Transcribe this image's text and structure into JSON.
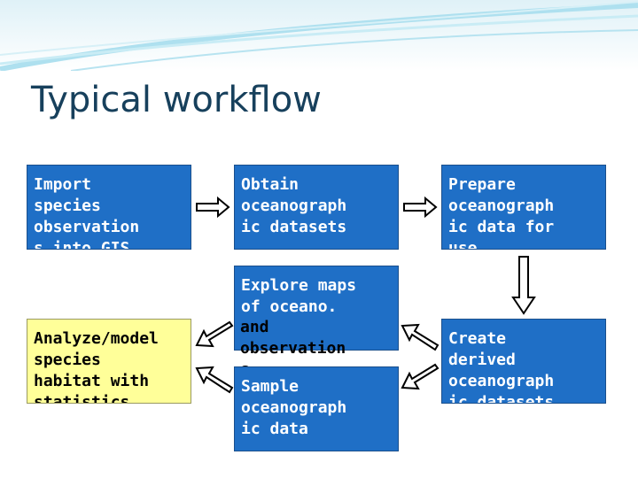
{
  "slide": {
    "title": "Typical workflow"
  },
  "boxes": {
    "import": "Import\nspecies\nobservation\ns into GIS",
    "obtain": "Obtain\noceanograph\nic datasets",
    "prepare": "Prepare\noceanograph\nic data for\nuse",
    "explore_inside": "Explore maps\nof oceano.",
    "explore_below": "and\nobservation\ns",
    "sample": "Sample\noceanograph\nic data",
    "create": "Create\nderived\noceanograph\nic datasets",
    "analyze": "Analyze/model\nspecies\nhabitat with\nstatistics"
  },
  "colors": {
    "box_blue": "#1f6fc6",
    "box_yellow": "#ffff99",
    "title": "#17405c"
  }
}
